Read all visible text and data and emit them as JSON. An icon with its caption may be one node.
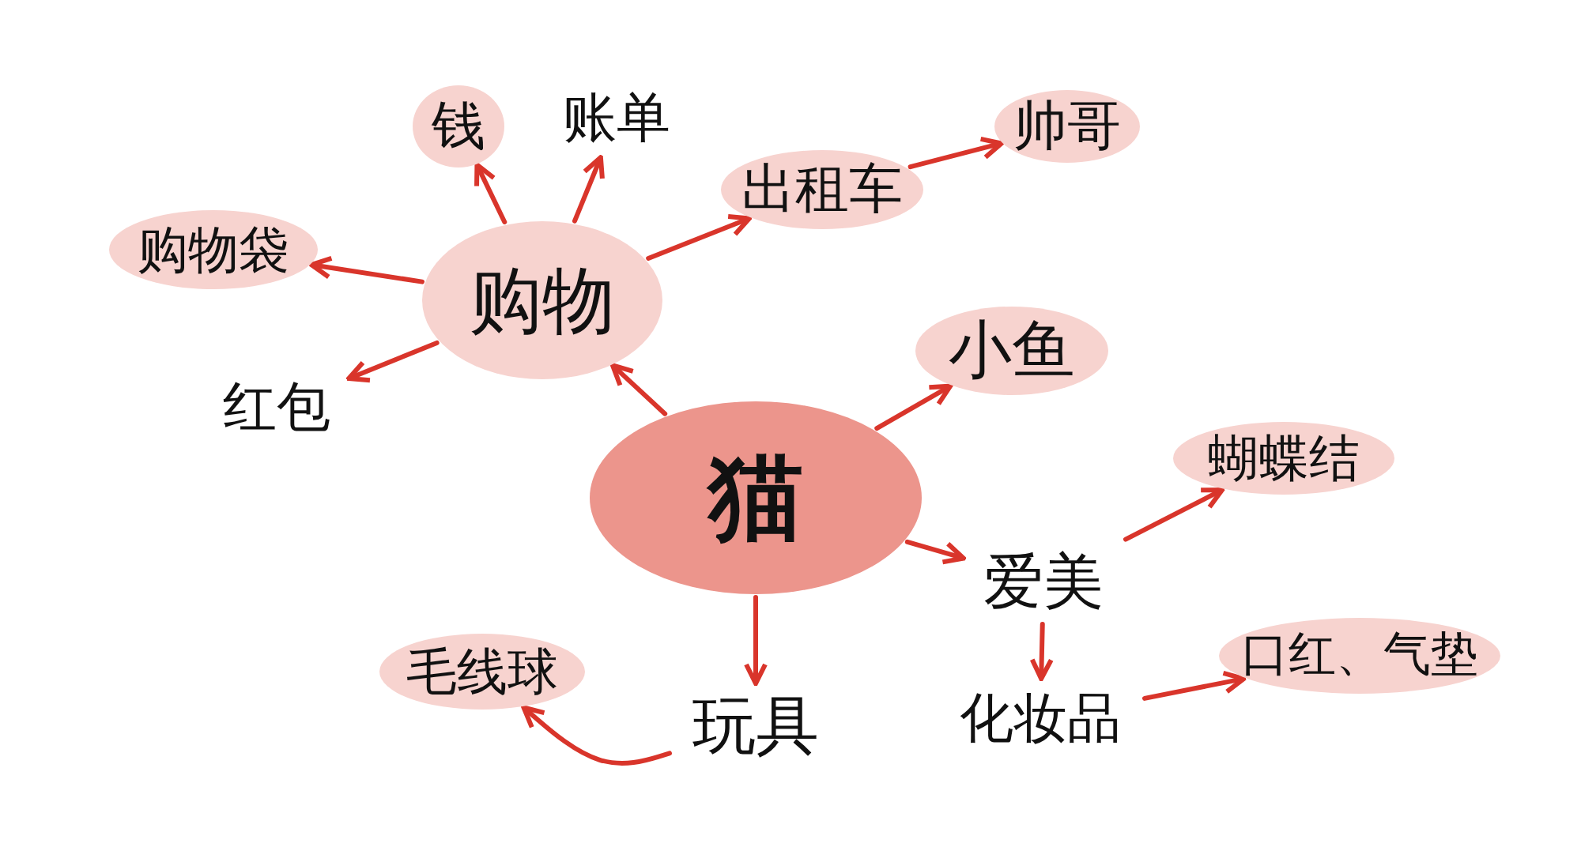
{
  "diagram": {
    "nodes": [
      {
        "text": [
          "猫"
        ]
      },
      {
        "text": [
          "购物"
        ]
      },
      {
        "text": [
          "钱"
        ]
      },
      {
        "text": [
          "账单"
        ]
      },
      {
        "text": [
          "购物袋"
        ]
      },
      {
        "text": [
          "出租车"
        ]
      },
      {
        "text": [
          "帅哥"
        ]
      },
      {
        "text": [
          "红包"
        ]
      },
      {
        "text": [
          "小鱼"
        ]
      },
      {
        "text": [
          "爱美"
        ]
      },
      {
        "text": [
          "蝴蝶结"
        ]
      },
      {
        "text": [
          "化妆品"
        ]
      },
      {
        "text": [
          "口红、气垫"
        ]
      },
      {
        "text": [
          "玩具"
        ]
      },
      {
        "text": [
          "毛线球"
        ]
      }
    ],
    "edges": [
      {
        "from": 0,
        "to": 1,
        "arrow": "to"
      },
      {
        "from": 1,
        "to": 2,
        "arrow": "to"
      },
      {
        "from": 1,
        "to": 3,
        "arrow": "to"
      },
      {
        "from": 1,
        "to": 4,
        "arrow": "to"
      },
      {
        "from": 1,
        "to": 5,
        "arrow": "to"
      },
      {
        "from": 1,
        "to": 7,
        "arrow": "to"
      },
      {
        "from": 5,
        "to": 6,
        "arrow": "to"
      },
      {
        "from": 0,
        "to": 8,
        "arrow": "to"
      },
      {
        "from": 0,
        "to": 9,
        "arrow": "to"
      },
      {
        "from": 9,
        "to": 10,
        "arrow": "to"
      },
      {
        "from": 9,
        "to": 11,
        "arrow": "to"
      },
      {
        "from": 11,
        "to": 12,
        "arrow": "to"
      },
      {
        "from": 0,
        "to": 13,
        "arrow": "to"
      },
      {
        "from": 13,
        "to": 14,
        "arrow": "to"
      }
    ]
  }
}
